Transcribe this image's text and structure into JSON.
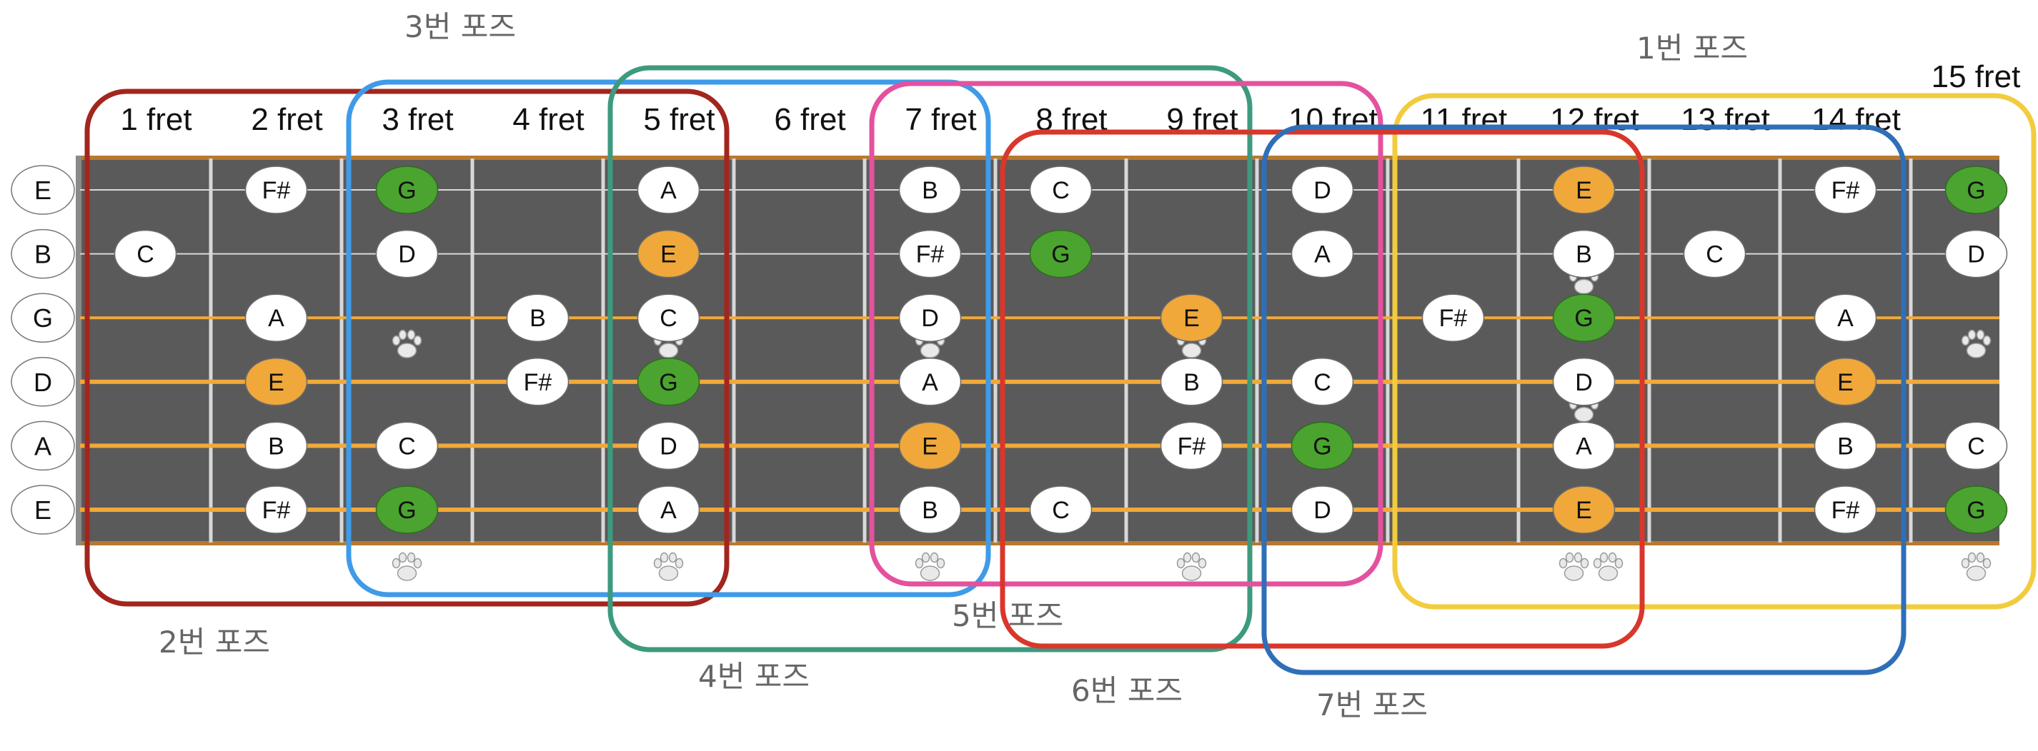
{
  "strings": [
    "E",
    "B",
    "G",
    "D",
    "A",
    "E"
  ],
  "frets": [
    {
      "n": 1,
      "label": "1 fret"
    },
    {
      "n": 2,
      "label": "2 fret"
    },
    {
      "n": 3,
      "label": "3 fret"
    },
    {
      "n": 4,
      "label": "4 fret"
    },
    {
      "n": 5,
      "label": "5 fret"
    },
    {
      "n": 6,
      "label": "6 fret"
    },
    {
      "n": 7,
      "label": "7 fret"
    },
    {
      "n": 8,
      "label": "8 fret"
    },
    {
      "n": 9,
      "label": "9 fret"
    },
    {
      "n": 10,
      "label": "10 fret"
    },
    {
      "n": 11,
      "label": "11 fret"
    },
    {
      "n": 12,
      "label": "12 fret"
    },
    {
      "n": 13,
      "label": "13 fret"
    },
    {
      "n": 14,
      "label": "14 fret"
    },
    {
      "n": 15,
      "label": "15 fret"
    }
  ],
  "notes": [
    {
      "s": 1,
      "f": 2,
      "t": "F#",
      "k": "white"
    },
    {
      "s": 1,
      "f": 3,
      "t": "G",
      "k": "green"
    },
    {
      "s": 1,
      "f": 5,
      "t": "A",
      "k": "white"
    },
    {
      "s": 1,
      "f": 7,
      "t": "B",
      "k": "white"
    },
    {
      "s": 1,
      "f": 8,
      "t": "C",
      "k": "white"
    },
    {
      "s": 1,
      "f": 10,
      "t": "D",
      "k": "white"
    },
    {
      "s": 1,
      "f": 12,
      "t": "E",
      "k": "orange"
    },
    {
      "s": 1,
      "f": 14,
      "t": "F#",
      "k": "white"
    },
    {
      "s": 1,
      "f": 15,
      "t": "G",
      "k": "green"
    },
    {
      "s": 2,
      "f": 1,
      "t": "C",
      "k": "white"
    },
    {
      "s": 2,
      "f": 3,
      "t": "D",
      "k": "white"
    },
    {
      "s": 2,
      "f": 5,
      "t": "E",
      "k": "orange"
    },
    {
      "s": 2,
      "f": 7,
      "t": "F#",
      "k": "white"
    },
    {
      "s": 2,
      "f": 8,
      "t": "G",
      "k": "green"
    },
    {
      "s": 2,
      "f": 10,
      "t": "A",
      "k": "white"
    },
    {
      "s": 2,
      "f": 12,
      "t": "B",
      "k": "white"
    },
    {
      "s": 2,
      "f": 13,
      "t": "C",
      "k": "white"
    },
    {
      "s": 2,
      "f": 15,
      "t": "D",
      "k": "white"
    },
    {
      "s": 3,
      "f": 2,
      "t": "A",
      "k": "white"
    },
    {
      "s": 3,
      "f": 4,
      "t": "B",
      "k": "white"
    },
    {
      "s": 3,
      "f": 5,
      "t": "C",
      "k": "white"
    },
    {
      "s": 3,
      "f": 7,
      "t": "D",
      "k": "white"
    },
    {
      "s": 3,
      "f": 9,
      "t": "E",
      "k": "orange"
    },
    {
      "s": 3,
      "f": 11,
      "t": "F#",
      "k": "white"
    },
    {
      "s": 3,
      "f": 12,
      "t": "G",
      "k": "green"
    },
    {
      "s": 3,
      "f": 14,
      "t": "A",
      "k": "white"
    },
    {
      "s": 4,
      "f": 2,
      "t": "E",
      "k": "orange"
    },
    {
      "s": 4,
      "f": 4,
      "t": "F#",
      "k": "white"
    },
    {
      "s": 4,
      "f": 5,
      "t": "G",
      "k": "green"
    },
    {
      "s": 4,
      "f": 7,
      "t": "A",
      "k": "white"
    },
    {
      "s": 4,
      "f": 9,
      "t": "B",
      "k": "white"
    },
    {
      "s": 4,
      "f": 10,
      "t": "C",
      "k": "white"
    },
    {
      "s": 4,
      "f": 12,
      "t": "D",
      "k": "white"
    },
    {
      "s": 4,
      "f": 14,
      "t": "E",
      "k": "orange"
    },
    {
      "s": 5,
      "f": 2,
      "t": "B",
      "k": "white"
    },
    {
      "s": 5,
      "f": 3,
      "t": "C",
      "k": "white"
    },
    {
      "s": 5,
      "f": 5,
      "t": "D",
      "k": "white"
    },
    {
      "s": 5,
      "f": 7,
      "t": "E",
      "k": "orange"
    },
    {
      "s": 5,
      "f": 9,
      "t": "F#",
      "k": "white"
    },
    {
      "s": 5,
      "f": 10,
      "t": "G",
      "k": "green"
    },
    {
      "s": 5,
      "f": 12,
      "t": "A",
      "k": "white"
    },
    {
      "s": 5,
      "f": 14,
      "t": "B",
      "k": "white"
    },
    {
      "s": 5,
      "f": 15,
      "t": "C",
      "k": "white"
    },
    {
      "s": 6,
      "f": 2,
      "t": "F#",
      "k": "white"
    },
    {
      "s": 6,
      "f": 3,
      "t": "G",
      "k": "green"
    },
    {
      "s": 6,
      "f": 5,
      "t": "A",
      "k": "white"
    },
    {
      "s": 6,
      "f": 7,
      "t": "B",
      "k": "white"
    },
    {
      "s": 6,
      "f": 8,
      "t": "C",
      "k": "white"
    },
    {
      "s": 6,
      "f": 10,
      "t": "D",
      "k": "white"
    },
    {
      "s": 6,
      "f": 12,
      "t": "E",
      "k": "orange"
    },
    {
      "s": 6,
      "f": 14,
      "t": "F#",
      "k": "white"
    },
    {
      "s": 6,
      "f": 15,
      "t": "G",
      "k": "green"
    }
  ],
  "markers": [
    {
      "f": 3,
      "count": 1
    },
    {
      "f": 5,
      "count": 1
    },
    {
      "f": 7,
      "count": 1
    },
    {
      "f": 9,
      "count": 1
    },
    {
      "f": 12,
      "count": 2
    },
    {
      "f": 15,
      "count": 1
    }
  ],
  "positions": [
    {
      "label": "1번 포즈",
      "color": "#f2cc3f",
      "from_fret": 11,
      "to_fret": 15
    },
    {
      "label": "2번 포즈",
      "color": "#a2261e",
      "from_fret": 1,
      "to_fret": 5
    },
    {
      "label": "3번 포즈",
      "color": "#3f9be8",
      "from_fret": 3,
      "to_fret": 7
    },
    {
      "label": "4번 포즈",
      "color": "#3e9a7e",
      "from_fret": 5,
      "to_fret": 9
    },
    {
      "label": "5번 포즈",
      "color": "#e4519e",
      "from_fret": 7,
      "to_fret": 10
    },
    {
      "label": "6번 포즈",
      "color": "#d9372b",
      "from_fret": 8,
      "to_fret": 12
    },
    {
      "label": "7번 포즈",
      "color": "#2f6fb8",
      "from_fret": 10,
      "to_fret": 14
    }
  ],
  "colors": {
    "board": "#5a5a5a",
    "wire": "#d8d8d8",
    "nut_edge": "#b8792f",
    "string_plain": "#d9d9d9",
    "string_wound": "#f0a93a",
    "note_white": "#ffffff",
    "note_orange": "#f0a83a",
    "note_green": "#4aa42f",
    "label_gray": "#666666"
  }
}
